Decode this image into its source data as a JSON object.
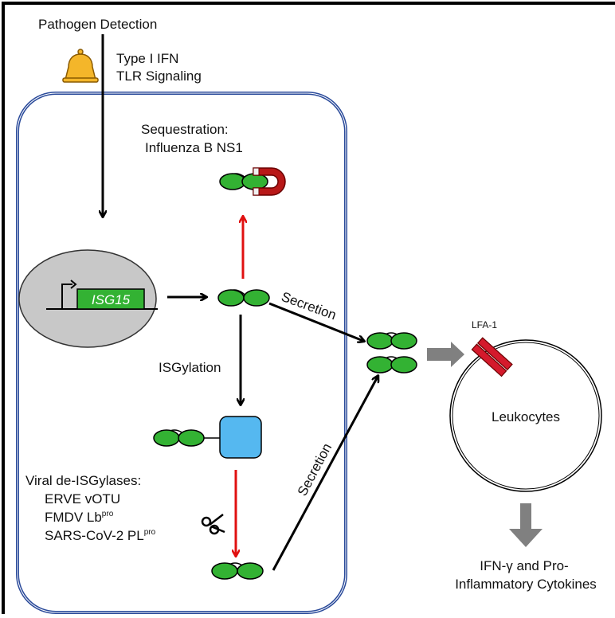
{
  "labels": {
    "pathogen_detection": "Pathogen Detection",
    "type1_ifn": "Type I IFN",
    "tlr_signaling": "TLR Signaling",
    "sequestration": "Sequestration:",
    "influenza_ns1": "Influenza B NS1",
    "gene_name": "ISG15",
    "secretion_top": "Secretion",
    "secretion_bottom": "Secretion",
    "isgylation": "ISGylation",
    "lfa1": "LFA-1",
    "leukocytes": "Leukocytes",
    "viral_deisgylases": "Viral de-ISGylases:",
    "erve_votu": "ERVE vOTU",
    "fmdv_main": "FMDV Lb",
    "fmdv_sup": "pro",
    "sars_main": "SARS-CoV-2 PL",
    "sars_sup": "pro",
    "ifn_gamma": "IFN-γ and Pro-",
    "cytokines": "Inflammatory Cytokines"
  },
  "icons": {
    "alarm": "bell-icon",
    "scissors": "scissors-icon",
    "magnet": "magnet-icon"
  },
  "colors": {
    "isg15_green": "#33b233",
    "nucleus_gray": "#c8c8c8",
    "substrate_blue": "#55b8f0",
    "inhibit_red": "#e01010",
    "magnet_red": "#b81818",
    "lfa1_red": "#d41a2c",
    "cell_border": "#2a4a9a",
    "arrow_gray": "#808080",
    "bell_orange": "#f4b62a"
  }
}
